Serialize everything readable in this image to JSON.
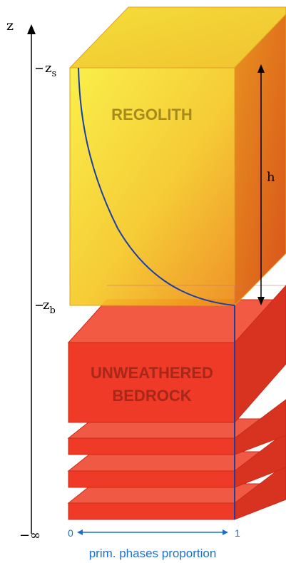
{
  "axis": {
    "label": "z",
    "tick_top_main": "z",
    "tick_top_sub": "s",
    "tick_mid_main": "z",
    "tick_mid_sub": "b",
    "tick_bottom": "−∞"
  },
  "blocks": {
    "regolith_label": "REGOLITH",
    "bedrock_line1": "UNWEATHERED",
    "bedrock_line2": "BEDROCK"
  },
  "thickness_label": "h",
  "proportion_axis": {
    "start": "0",
    "end": "1",
    "caption": "prim. phases proportion"
  },
  "colors": {
    "regolith_front_light": "#F7E93C",
    "regolith_front_dark": "#F0A21A",
    "regolith_side": "#E2601A",
    "bedrock_front": "#EE3A26",
    "bedrock_top": "#F25A43",
    "bedrock_side": "#D83220",
    "curve": "#1B3FA8",
    "caption": "#1E6FCC",
    "regolith_label": "#A78A1E",
    "bedrock_label": "#A7271A"
  }
}
